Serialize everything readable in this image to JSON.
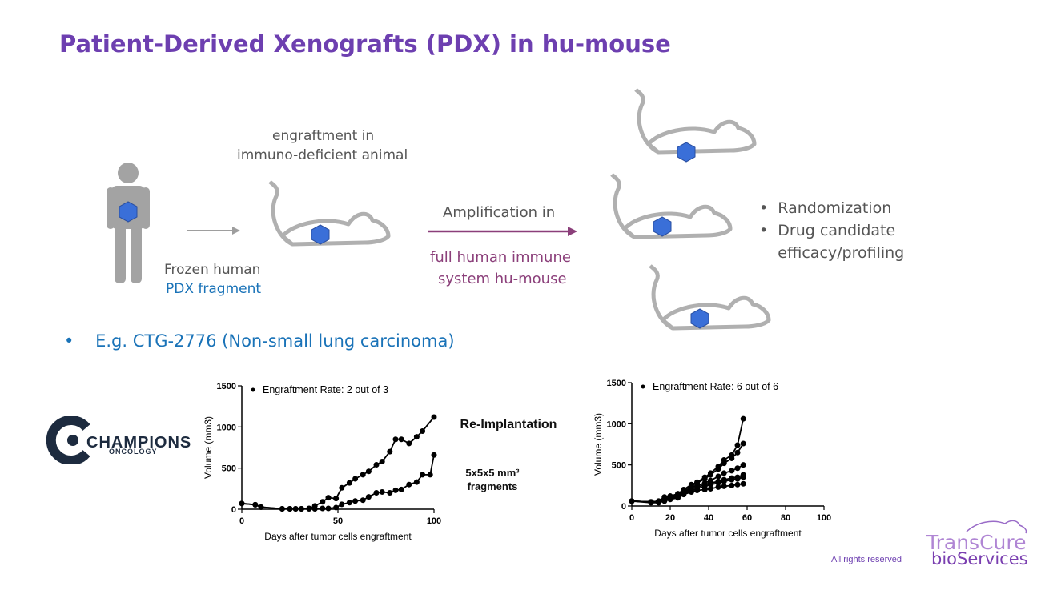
{
  "title": "Patient-Derived Xenografts (PDX) in hu-mouse",
  "labels": {
    "engraft_line1": "engraftment in",
    "engraft_line2": "immuno-deficient animal",
    "frozen_line1": "Frozen human",
    "frozen_line2": "PDX fragment",
    "amplification": "Amplification in",
    "full_line1": "full human immune",
    "full_line2": "system hu-mouse"
  },
  "bullets": [
    "Randomization",
    "Drug candidate",
    "efficacy/profiling"
  ],
  "example": "E.g. CTG-2776 (Non-small lung carcinoma)",
  "reimplantation": "Re-Implantation",
  "fragments_line1": "5x5x5 mm³",
  "fragments_line2": "fragments",
  "footer": {
    "rights": "All rights reserved",
    "brand_line1": "TransCure",
    "brand_line2": "bioServices",
    "champions": "CHAMPIONS",
    "oncology": "ONCOLOGY"
  },
  "colors": {
    "title": "#6d3fb0",
    "hexagon": "#3a6fd8",
    "blue_text": "#1a73b8",
    "purple_text": "#8b3f7a",
    "arrow_grey": "#9e9e9e",
    "arrow_purple": "#8b3f7a"
  },
  "icons": [
    "human-silhouette-icon",
    "mouse-icon",
    "hexagon-tumor-icon",
    "arrow-right-icon"
  ],
  "chart_data": [
    {
      "type": "line",
      "annotation": "Engraftment Rate: 2 out of 3",
      "xlabel": "Days after tumor cells engraftment",
      "ylabel": "Volume (mm3)",
      "xlim": [
        0,
        100
      ],
      "ylim": [
        0,
        1500
      ],
      "xticks": [
        0,
        50,
        100
      ],
      "yticks": [
        0,
        500,
        1000,
        1500
      ],
      "series": [
        {
          "x": [
            0,
            7,
            10,
            21,
            25,
            28,
            31,
            35,
            38,
            42,
            45,
            49,
            52,
            56,
            59,
            63,
            66,
            70,
            73,
            77,
            80,
            83,
            87,
            91,
            94,
            100
          ],
          "y": [
            70,
            55,
            25,
            5,
            5,
            5,
            5,
            10,
            40,
            90,
            140,
            130,
            260,
            320,
            370,
            420,
            460,
            540,
            580,
            700,
            850,
            850,
            800,
            880,
            950,
            1120
          ]
        },
        {
          "x": [
            0,
            7,
            10,
            21,
            25,
            28,
            31,
            35,
            38,
            42,
            45,
            49,
            52,
            56,
            59,
            63,
            66,
            70,
            73,
            77,
            80,
            83,
            87,
            91,
            94,
            98,
            100
          ],
          "y": [
            70,
            55,
            25,
            5,
            5,
            5,
            5,
            5,
            5,
            10,
            10,
            20,
            60,
            80,
            100,
            110,
            150,
            200,
            210,
            200,
            230,
            240,
            300,
            330,
            420,
            420,
            660
          ]
        }
      ]
    },
    {
      "type": "line",
      "annotation": "Engraftment Rate: 6 out of 6",
      "xlabel": "Days after tumor cells engraftment",
      "ylabel": "Volume (mm3)",
      "xlim": [
        0,
        100
      ],
      "ylim": [
        0,
        1500
      ],
      "xticks": [
        0,
        20,
        40,
        60,
        80,
        100
      ],
      "yticks": [
        0,
        500,
        1000,
        1500
      ],
      "series": [
        {
          "x": [
            0,
            10,
            14,
            17,
            20,
            24,
            27,
            31,
            34,
            38,
            41,
            45,
            48,
            52,
            55,
            58
          ],
          "y": [
            60,
            50,
            60,
            110,
            120,
            150,
            200,
            260,
            290,
            350,
            400,
            480,
            560,
            620,
            740,
            1060
          ]
        },
        {
          "x": [
            0,
            10,
            14,
            17,
            20,
            24,
            27,
            31,
            34,
            38,
            41,
            45,
            48,
            52,
            55,
            58
          ],
          "y": [
            60,
            50,
            60,
            100,
            120,
            140,
            190,
            250,
            280,
            330,
            380,
            450,
            520,
            580,
            650,
            760
          ]
        },
        {
          "x": [
            0,
            10,
            14,
            17,
            20,
            24,
            27,
            31,
            34,
            38,
            41,
            45,
            48,
            52,
            55,
            58
          ],
          "y": [
            60,
            50,
            55,
            90,
            110,
            130,
            170,
            230,
            250,
            280,
            310,
            360,
            400,
            430,
            460,
            500
          ]
        },
        {
          "x": [
            0,
            10,
            14,
            17,
            20,
            24,
            27,
            31,
            34,
            38,
            41,
            45,
            48,
            52,
            55,
            58
          ],
          "y": [
            60,
            50,
            55,
            80,
            100,
            120,
            160,
            210,
            230,
            260,
            280,
            300,
            320,
            340,
            350,
            380
          ]
        },
        {
          "x": [
            0,
            10,
            14,
            17,
            20,
            24,
            27,
            31,
            34,
            38,
            41,
            45,
            48,
            52,
            55,
            58
          ],
          "y": [
            60,
            50,
            50,
            70,
            90,
            110,
            150,
            190,
            210,
            240,
            260,
            280,
            300,
            320,
            330,
            350
          ]
        },
        {
          "x": [
            0,
            10,
            14,
            17,
            20,
            24,
            27,
            31,
            34,
            38,
            41,
            45,
            48,
            52,
            55,
            58
          ],
          "y": [
            60,
            40,
            40,
            60,
            80,
            100,
            140,
            170,
            190,
            200,
            210,
            230,
            240,
            250,
            260,
            270
          ]
        }
      ]
    }
  ]
}
